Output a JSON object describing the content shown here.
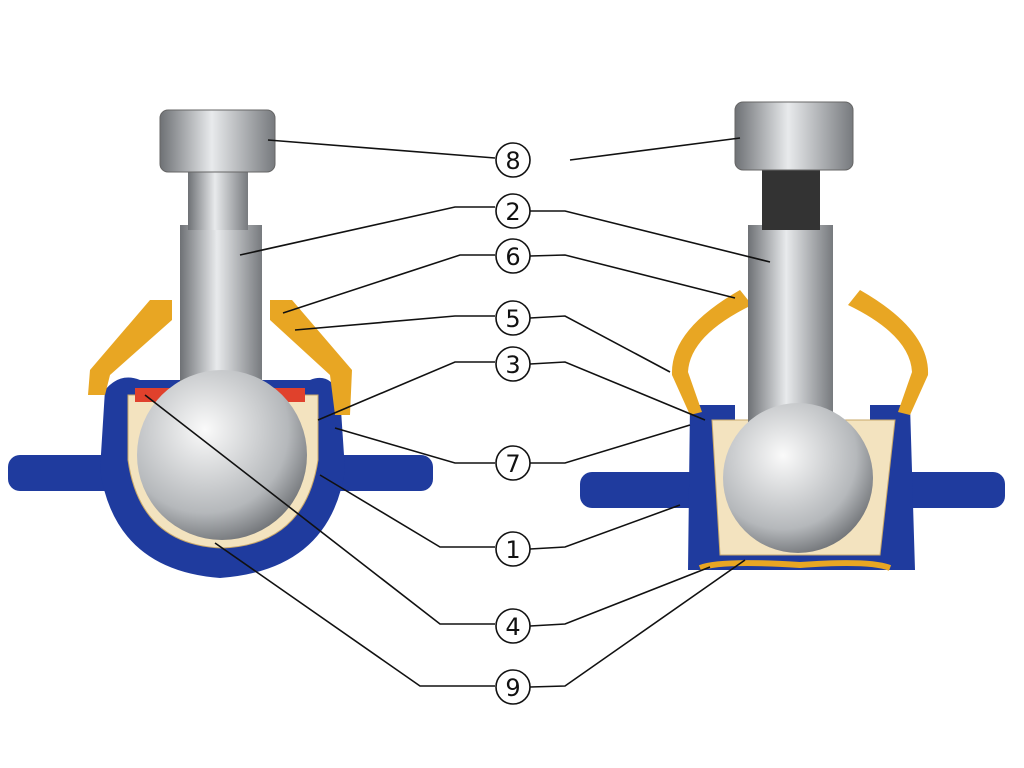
{
  "diagram": {
    "title": "Ball joint cross-section (two designs)",
    "labels": [
      {
        "id": "8",
        "text": "8"
      },
      {
        "id": "2",
        "text": "2"
      },
      {
        "id": "6",
        "text": "6"
      },
      {
        "id": "5",
        "text": "5"
      },
      {
        "id": "3",
        "text": "3"
      },
      {
        "id": "7",
        "text": "7"
      },
      {
        "id": "1",
        "text": "1"
      },
      {
        "id": "4",
        "text": "4"
      },
      {
        "id": "9",
        "text": "9"
      }
    ],
    "colors": {
      "housing": "#1f3b9e",
      "boot": "#e8a623",
      "liner": "#f3e3bf",
      "steel": "#b9bcc0",
      "insert": "#e0412c"
    }
  }
}
